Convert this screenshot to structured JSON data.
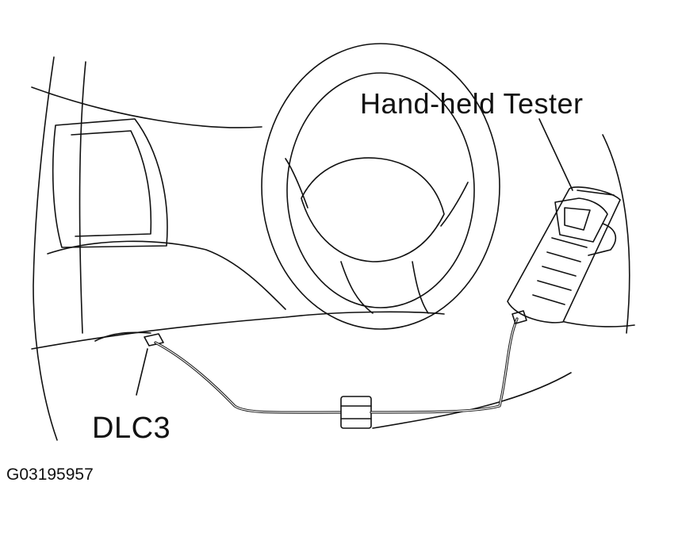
{
  "labels": {
    "tester": "Hand-held  Tester",
    "dlc": "DLC3",
    "figure_code": "G03195957"
  },
  "colors": {
    "line": "#111111",
    "background": "#ffffff"
  }
}
